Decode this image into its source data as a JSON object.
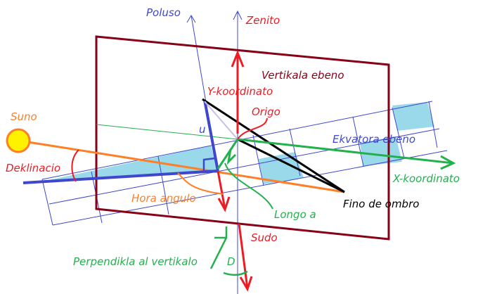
{
  "labels": {
    "poluso": "Poluso",
    "zenito": "Zenito",
    "vertikala_ebeno": "Vertikala ebeno",
    "y_koordinato": "Y-koordinato",
    "origo": "Origo",
    "suno": "Suno",
    "u": "u",
    "ekvatora_ebeno": "Ekvatora ebeno",
    "deklinacio": "Deklinacio",
    "x_koordinato": "X-koordinato",
    "hora_angulo": "Hora angulo",
    "fino_de_ombro": "Fino de ombro",
    "longo_a": "Longo a",
    "sudo": "Sudo",
    "perpendikla": "Perpendikla al vertikalo",
    "d": "D"
  },
  "colors": {
    "red": "#ed1c24",
    "blue": "#3f48cc",
    "green": "#22b14c",
    "orange": "#ff7f27",
    "darkred": "#880015",
    "lightblue": "#99d9ea",
    "black": "#000000"
  }
}
